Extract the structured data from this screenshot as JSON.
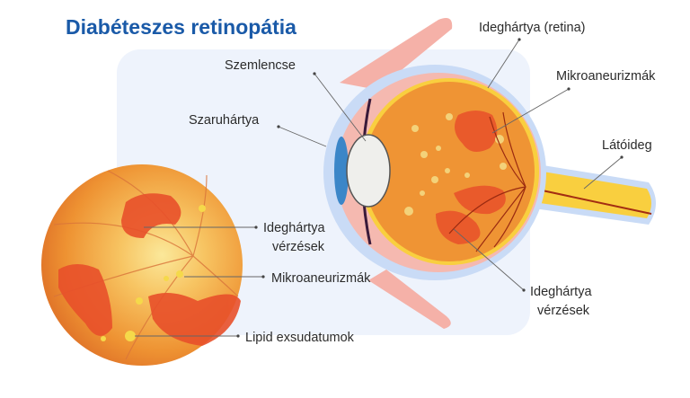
{
  "title": "Diabéteszes retinopátia",
  "eye_labels": {
    "retina": "Ideghártya (retina)",
    "lens": "Szemlencse",
    "microaneurysms": "Mikroaneurizmák",
    "cornea": "Szaruhártya",
    "optic_nerve": "Látóideg",
    "hemorrhages_line1": "Ideghártya",
    "hemorrhages_line2": "vérzések"
  },
  "fundus_labels": {
    "hemorrhages_line1": "Ideghártya",
    "hemorrhages_line2": "vérzések",
    "microaneurysms": "Mikroaneurizmák",
    "lipid_exudates": "Lipid exsudatumok"
  },
  "colors": {
    "title": "#1a5aa8",
    "panel": "#eef3fc",
    "vitreous": "#ef9434",
    "hemorrhage": "#e8502a",
    "exudate": "#f3d27a",
    "nerve": "#f9cf3f"
  }
}
